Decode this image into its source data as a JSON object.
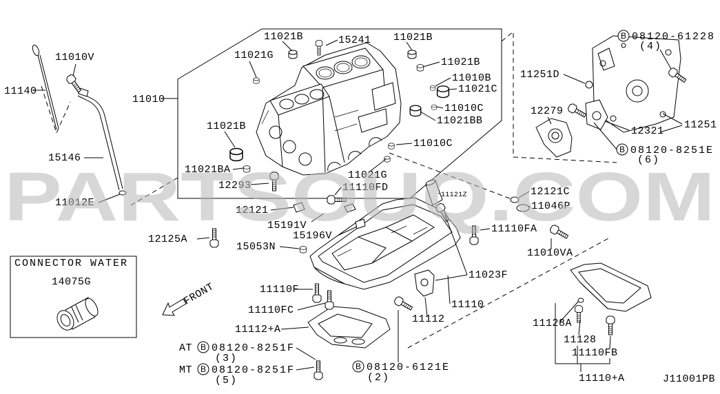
{
  "watermark": "PARTSOUQ.COM",
  "diagram_code": "J11001PB",
  "bolt_symbol": "B",
  "front_label": "FRONT",
  "connector_box": {
    "title": "CONNECTOR WATER",
    "part": "14075G"
  },
  "callouts": [
    "11021B",
    "15241",
    "11021B",
    "11021G",
    "11021B",
    "11010B",
    "11021C",
    "11010",
    "11010C",
    "11021BB",
    "11021B",
    "11010C",
    "11021BA",
    "11021G",
    "12293",
    "11110FD",
    "11121Z",
    "12121C",
    "11046P",
    "12121",
    "15191V",
    "15196V",
    "11110FA",
    "12125A",
    "11010VA",
    "15053N",
    "11023F",
    "11110F",
    "11110",
    "11110FC",
    "11112",
    "11112+A",
    "11128A",
    "11128",
    "11110FB",
    "11110+A",
    "11010V",
    "11140",
    "15146",
    "11012E",
    "11251D",
    "12279",
    "12321",
    "11251"
  ],
  "bolt_specs": [
    {
      "code": "08120-61228",
      "qty": "(4)"
    },
    {
      "code": "08120-8251E",
      "qty": "(6)"
    },
    {
      "prefix": "AT",
      "code": "08120-8251F",
      "qty": "(3)"
    },
    {
      "prefix": "MT",
      "code": "08120-8251F",
      "qty": "(5)"
    },
    {
      "code": "08120-6121E",
      "qty": "(2)"
    }
  ]
}
